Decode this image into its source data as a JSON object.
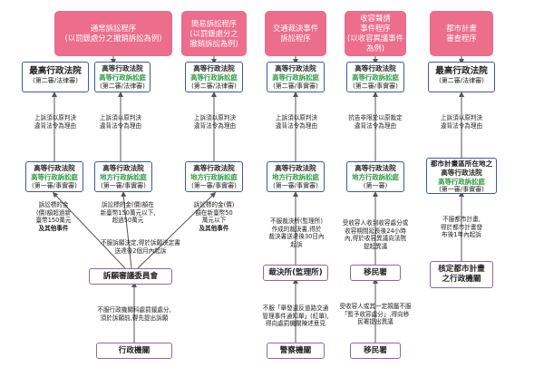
{
  "headers": {
    "general": "通常訴訟程序\n(以罰鍰處分之撤銷訴訟為例)",
    "simple": "簡易訴訟程序\n(以罰鍰處分之\n撤銷訴訟為例)",
    "traffic": "交通裁決事件\n訴訟程序",
    "detention": "收容聲請\n事件程序\n(以收容異議事件\n為例)",
    "urban": "都市計畫\n審查程序"
  },
  "boxes": {
    "c1_top": {
      "t": "最高行政法院",
      "s": "(第二審/法律審)"
    },
    "c2_top": {
      "t": "高等行政法院",
      "g": "高等行政訴訟庭",
      "s": "(第二審/法律審)"
    },
    "c3_top": {
      "t": "高等行政法院",
      "g": "高等行政訴訟庭",
      "s": "(第二審/法律審)"
    },
    "c4_top": {
      "t": "高等行政法院",
      "g": "高等行政訴訟庭",
      "s": "(第二審/事實審)"
    },
    "c5_top": {
      "t": "高等行政法院",
      "g": "高等行政訴訟庭",
      "s": "(第二審/事實審)"
    },
    "c6_top": {
      "t": "最高行政法院",
      "s": "(第二審/法律審)"
    },
    "c1_mid": {
      "t": "高等行政法院",
      "g": "高等行政訴訟庭",
      "s": "(第一審/事實審)"
    },
    "c2_mid": {
      "t": "高等行政法院",
      "g": "地方行政訴訟庭",
      "s": "(第一審/事實審)"
    },
    "c3_mid": {
      "t": "高等行政法院",
      "g": "地方行政訴訟庭",
      "s": "(第一審/事實審)"
    },
    "c4_mid": {
      "t": "高等行政法院",
      "g": "地方行政訴訟庭",
      "s": "(第一審/事實審)"
    },
    "c5_mid": {
      "t": "高等行政法院",
      "g": "地方行政訴訟庭",
      "s": "(第一審)"
    },
    "c6_mid": {
      "t": "都市計畫區所在地之",
      "t2": "高等行政法院",
      "g": "高等行政訴訟庭",
      "s": "(第一審/事實審)"
    },
    "committee": "訴願審議委員會",
    "agency": "行政機關",
    "ruling": "裁決所(監理所)",
    "police": "警察機關",
    "immigration1": "移民署",
    "immigration2": "移民署",
    "urban_agency": "核定都市計畫\n之行政機關"
  },
  "texts": {
    "appeal1": "上訴須以原判決\n違背法令為理由",
    "appeal2": "上訴須以原判決\n違背法令為理由",
    "appeal3": "上訴須以原判決\n違背法令為理由",
    "appeal4": "上訴須以原判決\n違背法令為理由",
    "appeal5": "抗告非限於以原裁定\n違背法令為理由",
    "appeal6": "上訴須以原判決\n違背法令為理由",
    "amount1": "訴訟標的金\n(價)額超過新\n臺幣150萬元",
    "amount1_b": "及其他事件",
    "amount2": "訴訟標的金(價)額在\n新臺幣150萬元以下,\n超過50萬元",
    "amount3": "訴訟標的金(價)\n額在新臺幣50\n萬元以下",
    "amount3_b": "及其他事件",
    "petition_fail": "不服訴願決定,得於訴願決定書\n送達後2個月內起訴",
    "agency_fail": "不服行政機關科處罰鍰處分,\n須於訴願前,得先提出訴願",
    "traffic_rule": "不服裁決所(監理所)\n作成的裁決書,得於\n裁決書送達後30日內\n起訴",
    "police_rule": "不服「舉發違反道路交通\n管理事件通知單」(紅單),\n得向處罰機關陳述意見",
    "detention_rule": "受收容人收到收容處分或\n收容期間延長後24小時\n內,得於收容異議向法院\n提起異議",
    "immig_rule": "受收容人或其一定親屬不服\n「暫予收容處分」,得向移\n民署提出異議",
    "urban_rule": "不服都市計畫,\n得於都市計畫發\n布後1年內起訴"
  },
  "colors": {
    "header": "#ec6d8c",
    "box_border": "#3a5aa6",
    "green": "#2f9a44",
    "purple": "#8a66b8"
  }
}
